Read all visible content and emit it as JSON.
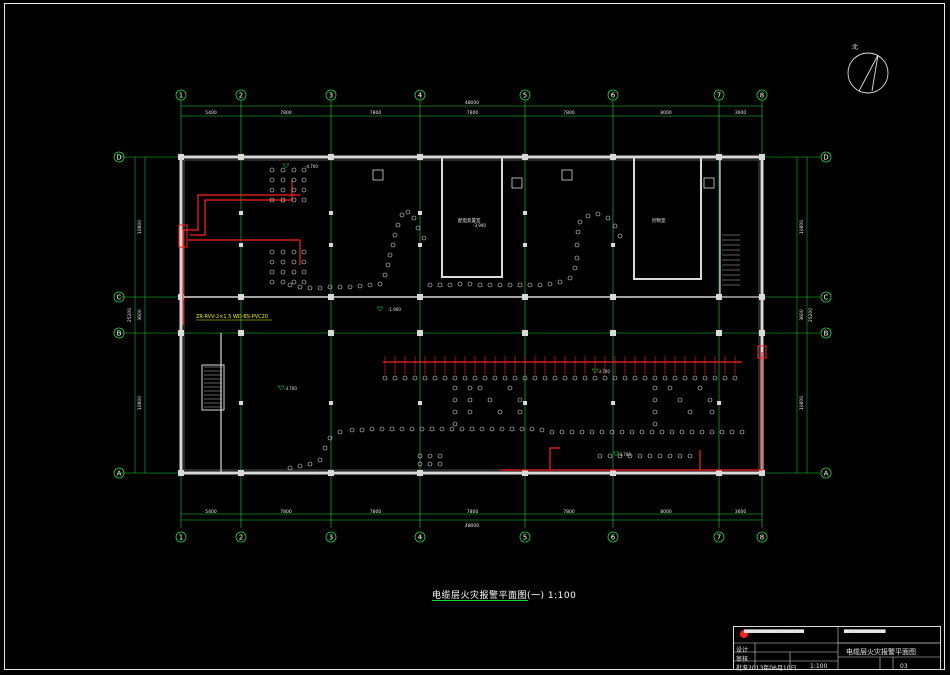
{
  "drawing": {
    "title": "电缆层火灾报警平面图(一) 1:100",
    "colors": {
      "background": "#000000",
      "grid": "#19d83a",
      "walls": "#d9d9d9",
      "cable": "#ff2020",
      "device": "#e0e0e0",
      "annotation": "#f2f20a"
    }
  },
  "axes": {
    "columns": [
      "1",
      "2",
      "3",
      "4",
      "5",
      "6",
      "7",
      "8"
    ],
    "rows": [
      "D",
      "C",
      "B",
      "A"
    ],
    "top_dims": [
      "5400",
      "7800",
      "7800",
      "7800",
      "7800",
      "8000",
      "3600"
    ],
    "bottom_dims": [
      "5400",
      "7800",
      "7800",
      "7800",
      "7800",
      "8000",
      "3600"
    ],
    "overall_dim": "48000",
    "left_dims": [
      "10800",
      "3600",
      "10800"
    ],
    "right_dims": [
      "10800",
      "3600",
      "10800"
    ],
    "left_total": "25200",
    "right_total": "25200"
  },
  "annotations": {
    "cable_label": "ZR-RVV-2×1.5 WD-BS-PVC20",
    "levels": [
      "-4.700",
      "-1.900",
      "-3.700",
      "-3.700",
      "-3.700",
      "-3.900"
    ],
    "room1": "配电装置室",
    "room2": "控制室",
    "north_label": "北"
  },
  "title_block": {
    "company": "▀▀▀▀▀▀▀▀▀▀▀▀▀",
    "drawing_name": "电缆层火灾报警平面图",
    "scale": "1:100",
    "date": "2013年06月10日",
    "sheet_no": "03",
    "rows": [
      "设计",
      "审核",
      "批准"
    ],
    "project": "▀▀▀▀▀▀▀▀▀"
  }
}
